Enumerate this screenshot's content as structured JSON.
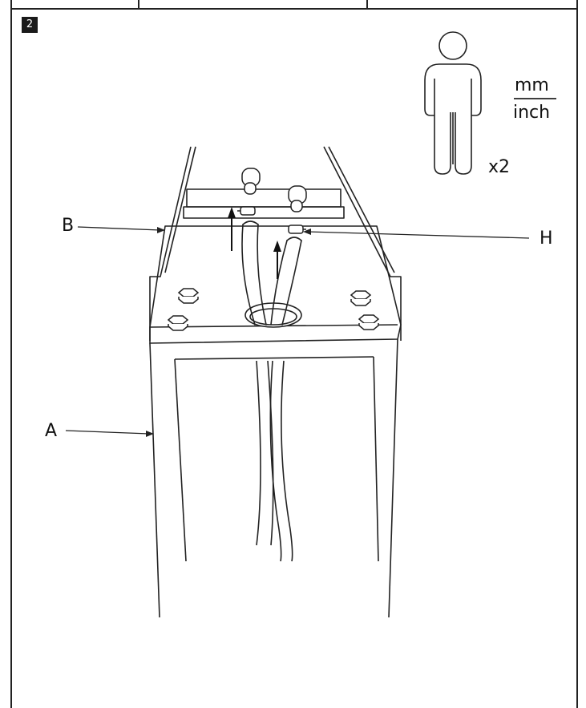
{
  "step": {
    "number": "2"
  },
  "people": {
    "multiplier": "x2",
    "icon": "person-icon"
  },
  "units": {
    "primary": "mm",
    "secondary": "inch"
  },
  "parts": {
    "a": "A",
    "b": "B",
    "h": "H"
  }
}
